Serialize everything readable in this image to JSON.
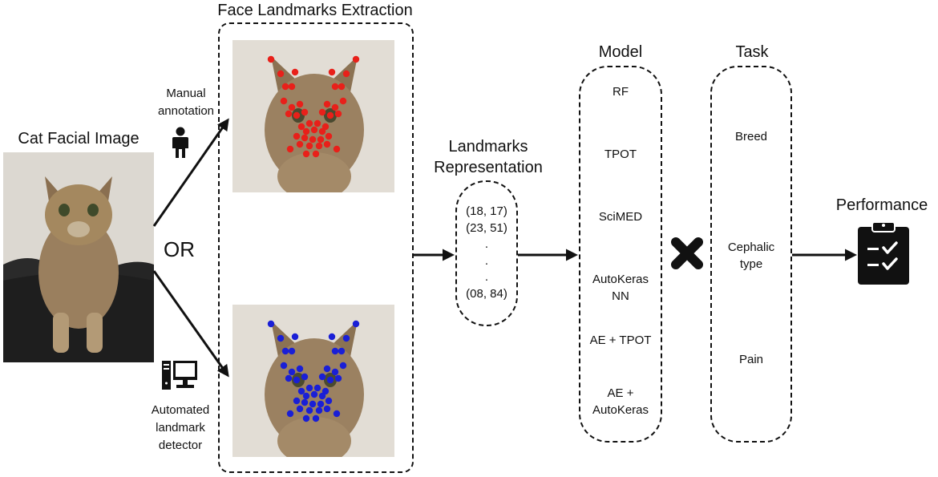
{
  "titles": {
    "input": "Cat Facial Image",
    "extraction": "Face Landmarks Extraction",
    "representation_line1": "Landmarks",
    "representation_line2": "Representation",
    "model": "Model",
    "task": "Task",
    "performance": "Performance"
  },
  "manual": {
    "line1": "Manual",
    "line2": "annotation"
  },
  "automated": {
    "line1": "Automated",
    "line2": "landmark",
    "line3": "detector"
  },
  "or_label": "OR",
  "coords": [
    "(18, 17)",
    "(23, 51)",
    ".",
    ".",
    ".",
    "(08, 84)"
  ],
  "models": [
    {
      "line1": "RF",
      "line2": ""
    },
    {
      "line1": "TPOT",
      "line2": ""
    },
    {
      "line1": "SciMED",
      "line2": ""
    },
    {
      "line1": "AutoKeras",
      "line2": "NN"
    },
    {
      "line1": "AE + TPOT",
      "line2": ""
    },
    {
      "line1": "AE +",
      "line2": "AutoKeras"
    }
  ],
  "tasks": [
    {
      "line1": "Breed",
      "line2": ""
    },
    {
      "line1": "Cephalic",
      "line2": "type"
    },
    {
      "line1": "Pain",
      "line2": ""
    }
  ],
  "colors": {
    "manual_landmark": "#e8201a",
    "auto_landmark": "#1a1fd6",
    "line": "#111111"
  },
  "icons": [
    "person-icon",
    "computer-icon",
    "cross-icon",
    "clipboard-check-icon"
  ]
}
